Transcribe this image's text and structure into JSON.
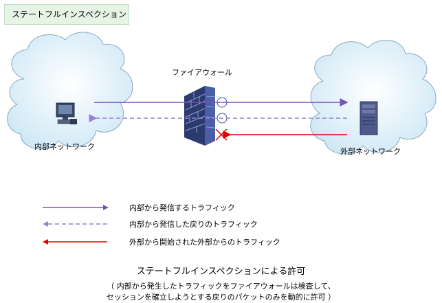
{
  "header": {
    "title": "ステートフルインスペクション"
  },
  "firewall": {
    "label": "ファイアウォール"
  },
  "internal": {
    "label": "内部ネットワーク"
  },
  "external": {
    "label": "外部ネットワーク"
  },
  "legend": {
    "outbound": "内部から発信するトラフィック",
    "return": "内部から発信した戻りのトラフィック",
    "external_initiated": "外部から開始された外部からのトラフィック"
  },
  "caption": {
    "title": "ステートフルインスペクションによる許可",
    "line1": "（ 内部から発生したトラフィックをファイアウォールは検査して、",
    "line2": "セッションを確立しようとする戻りのパケットのみを動的に許可 ）"
  },
  "colors": {
    "outbound": "#7a4fbf",
    "return": "#9a7fd6",
    "blocked": "#e00000",
    "cloud_fill": "#d5ecf8",
    "title_bg": "#e6f4e6"
  },
  "icons": {
    "internal_device": "pc-icon",
    "external_device": "server-icon",
    "firewall": "brick-wall-icon",
    "blocked": "x-mark-icon"
  }
}
